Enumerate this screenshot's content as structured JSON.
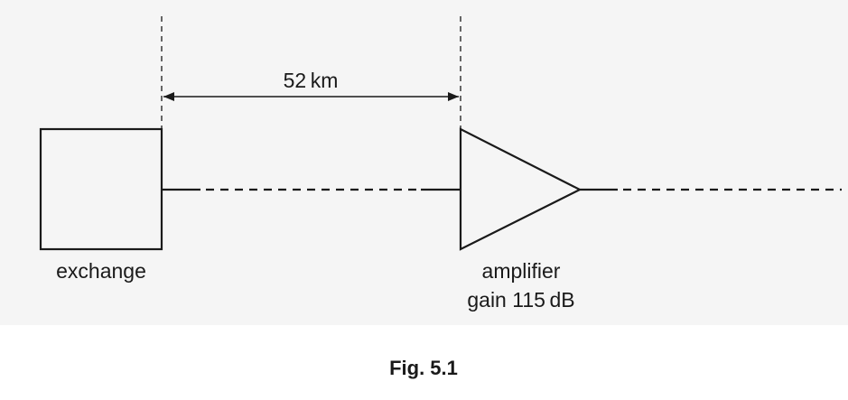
{
  "diagram": {
    "distance_label": "52 km",
    "exchange_label": "exchange",
    "amplifier_label_line1": "amplifier",
    "amplifier_label_line2": "gain 115 dB",
    "figure_caption": "Fig. 5.1"
  }
}
